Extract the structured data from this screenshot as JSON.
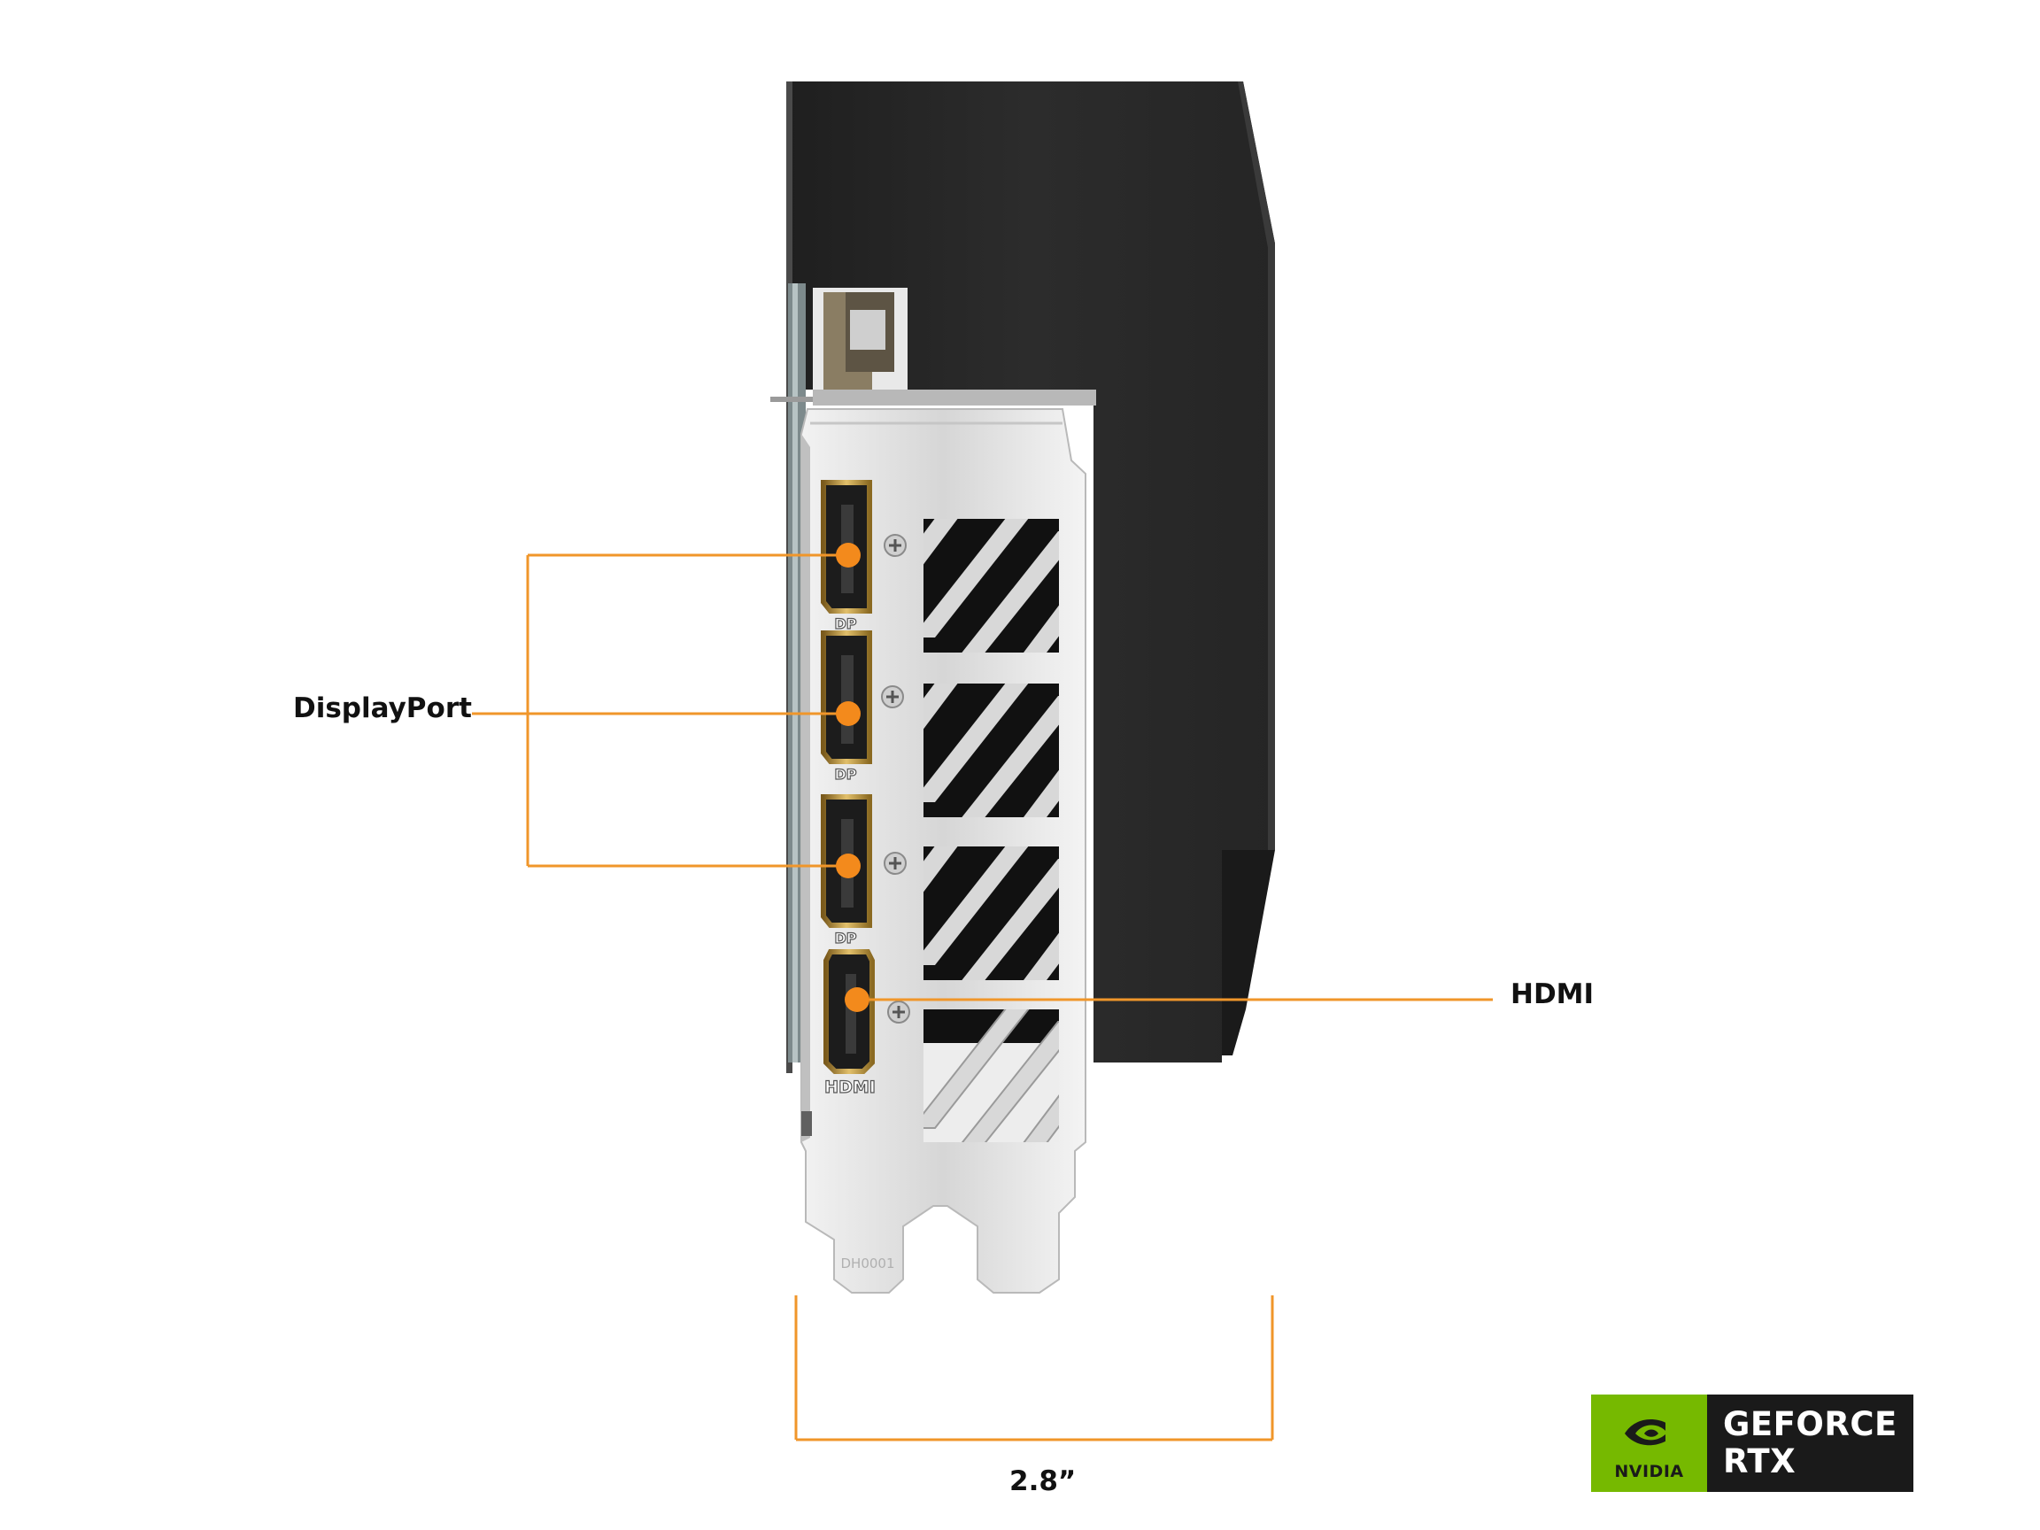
{
  "callouts": {
    "displayport_label": "DisplayPort",
    "hdmi_label": "HDMI",
    "width_label": "2.8”"
  },
  "bracket_port_labels": {
    "dp": "DP",
    "hdmi": "HDMI"
  },
  "bracket_stamp": "DH0001",
  "badge": {
    "brand": "NVIDIA",
    "product_line1": "GEFORCE",
    "product_line2": "RTX"
  },
  "colors": {
    "callout_line": "#f0962a",
    "callout_dot": "#f38a1c",
    "card_shroud": "#2a2a2a",
    "bracket_metal": "#dcdcdc",
    "port_gold": "#c9a24a",
    "nvidia_green": "#76b900",
    "badge_dark": "#1a1a1a"
  }
}
